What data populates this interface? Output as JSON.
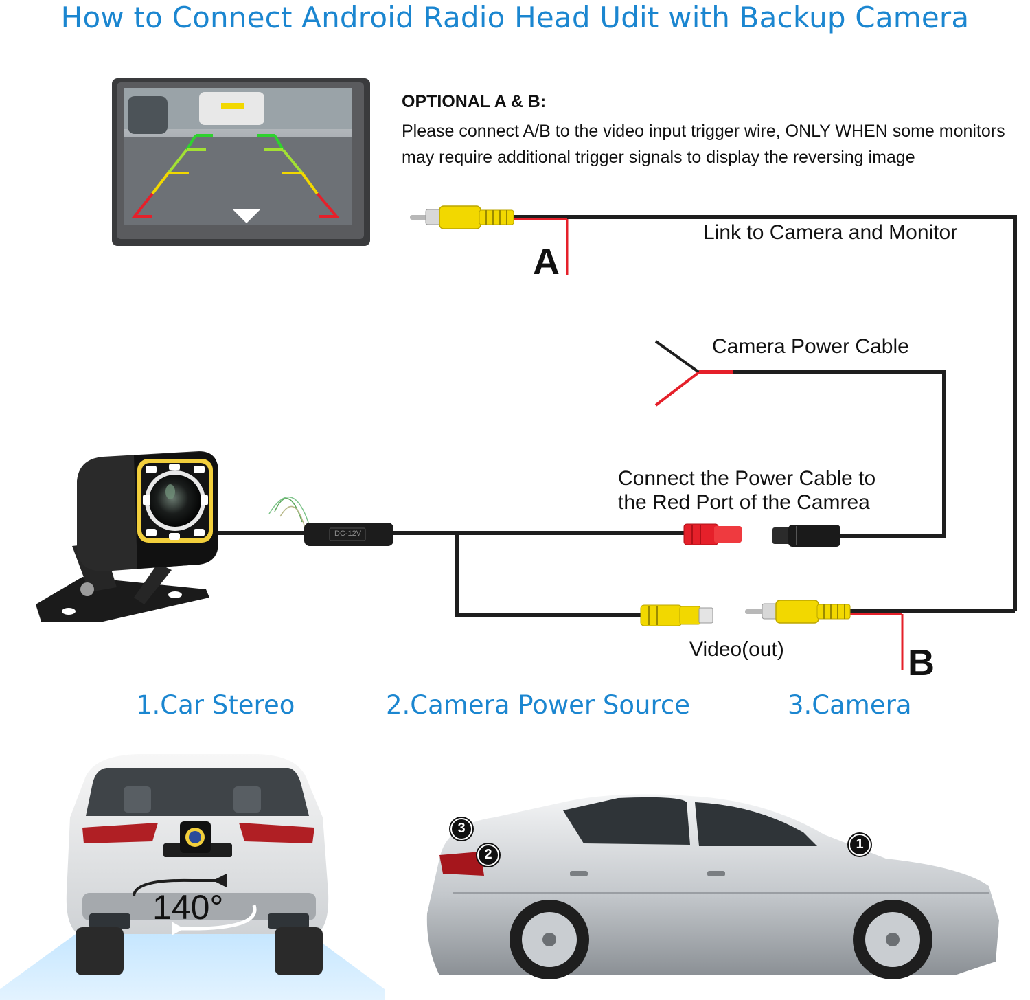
{
  "title": "How to Connect Android Radio Head Udit with Backup Camera",
  "note": {
    "heading": "OPTIONAL A & B:",
    "body": "Please connect A/B to the video input trigger wire, ONLY WHEN some monitors may require additional trigger signals to display the reversing image"
  },
  "labels": {
    "link": "Link to Camera and Monitor",
    "power_cable": "Camera Power Cable",
    "connect_power_line1": "Connect the Power Cable to",
    "connect_power_line2": "the Red Port of the Camrea",
    "video_out": "Video(out)",
    "a": "A",
    "b": "B",
    "inline_box": "DC-12V",
    "angle": "140°"
  },
  "sections": [
    "1.Car Stereo",
    "2.Camera Power Source",
    "3.Camera"
  ],
  "markers": [
    "1",
    "2",
    "3"
  ],
  "colors": {
    "accent": "#1b86d0",
    "cable": "#1e1e1e",
    "wire_red": "#e5202a",
    "rca_yellow": "#f2d800",
    "rca_red": "#e5202a"
  },
  "icons": [
    "monitor-icon",
    "backup-camera-icon",
    "suv-rear-icon",
    "sedan-side-icon"
  ]
}
